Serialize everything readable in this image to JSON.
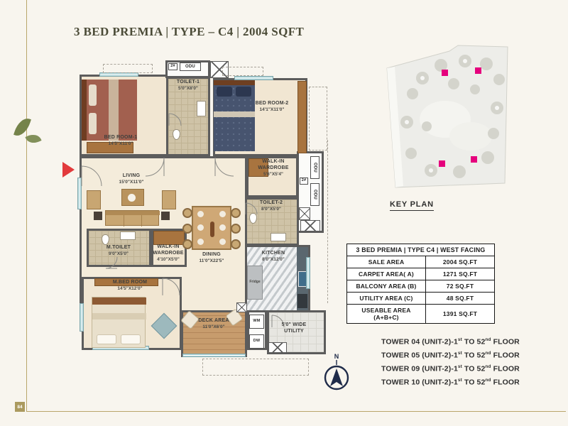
{
  "page": {
    "title": "3 BED PREMIA | TYPE – C4 | 2004 SQFT",
    "page_number": "84"
  },
  "floor_plan": {
    "rooms": [
      {
        "name": "BED ROOM-1",
        "dims": "14'5\"X11'0\""
      },
      {
        "name": "TOILET-1",
        "dims": "5'0\"X8'0\""
      },
      {
        "name": "BED ROOM-2",
        "dims": "14'1\"X11'0\""
      },
      {
        "name": "WALK-IN WARDROBE",
        "dims": "5'6\"X5'4\""
      },
      {
        "name": "LIVING",
        "dims": "15'0\"X11'0\""
      },
      {
        "name": "TOILET-2",
        "dims": "8'0\"X5'0\""
      },
      {
        "name": "M.TOILET",
        "dims": "9'0\"X5'0\""
      },
      {
        "name": "WALK-IN WARDROBE",
        "dims": "4'10\"X5'0\""
      },
      {
        "name": "DINING",
        "dims": "11'0\"X22'5\""
      },
      {
        "name": "KITCHEN",
        "dims": "8'0\"X12'0\""
      },
      {
        "name": "M.BED ROOM",
        "dims": "14'5\"X12'0\""
      },
      {
        "name": "DECK AREA",
        "dims": "11'0\"X6'0\""
      }
    ],
    "tags": {
      "odu": "ODU",
      "shaft": "2#",
      "fridge": "Fridge",
      "wm": "WM",
      "dw": "DW",
      "utility": "5'0\" WIDE UTILITY"
    }
  },
  "key_plan": {
    "label": "KEY PLAN",
    "highlight_color": "#e5017d"
  },
  "area_table": {
    "header": "3 BED PREMIA | TYPE C4 | WEST FACING",
    "rows": [
      {
        "label": "SALE AREA",
        "value": "2004 SQ.FT"
      },
      {
        "label": "CARPET AREA( A)",
        "value": "1271 SQ.FT"
      },
      {
        "label": "BALCONY AREA (B)",
        "value": "72 SQ.FT"
      },
      {
        "label": "UTILITY AREA (C)",
        "value": "48 SQ.FT"
      },
      {
        "label": "USEABLE AREA (A+B+C)",
        "value": "1391 SQ.FT"
      }
    ]
  },
  "towers": [
    {
      "p1": "TOWER 04 (UNIT-2)-1",
      "s1": "st",
      "p2": " TO 52",
      "s2": "nd",
      "p3": " FLOOR"
    },
    {
      "p1": "TOWER 05 (UNIT-2)-1",
      "s1": "st",
      "p2": " TO 52",
      "s2": "nd",
      "p3": " FLOOR"
    },
    {
      "p1": "TOWER 09 (UNIT-2)-1",
      "s1": "st",
      "p2": " TO 52",
      "s2": "nd",
      "p3": " FLOOR"
    },
    {
      "p1": "TOWER 10 (UNIT-2)-1",
      "s1": "st",
      "p2": " TO 52",
      "s2": "nd",
      "p3": " FLOOR"
    }
  ],
  "compass": {
    "north": "N"
  }
}
